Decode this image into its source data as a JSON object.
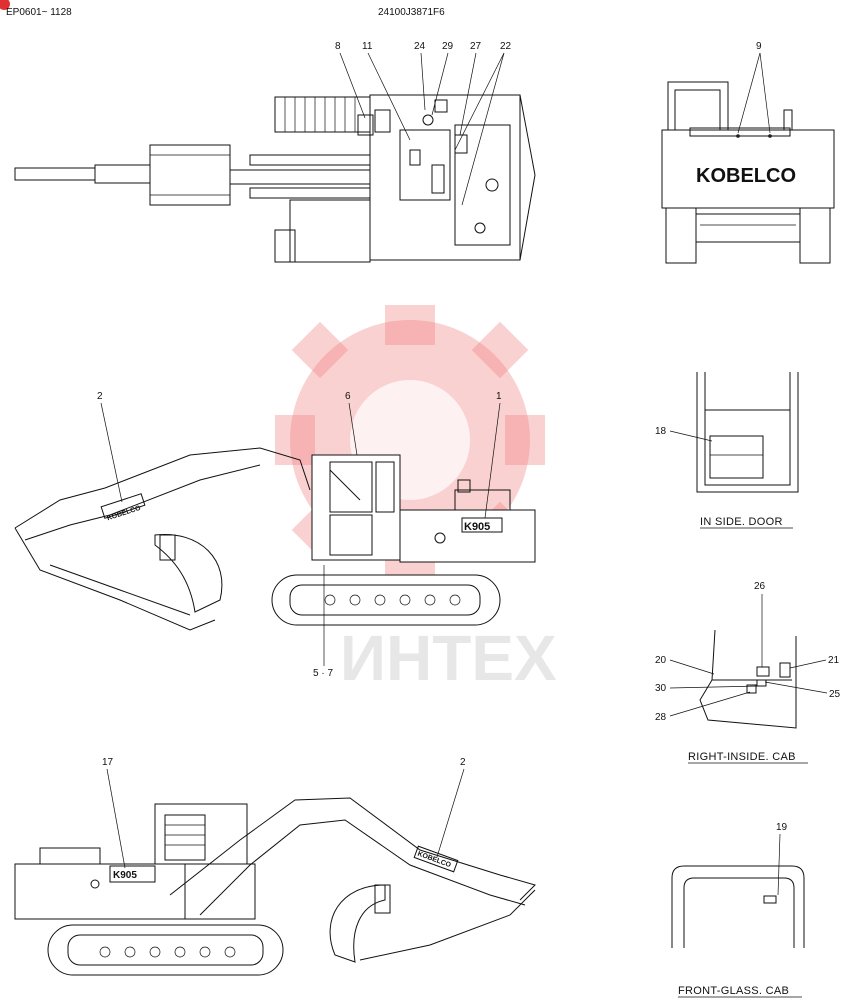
{
  "header": {
    "serial_range": "EP0601~ 1128",
    "part_number": "24100J3871F6"
  },
  "watermark": {
    "text": "ИНТЕХ",
    "color": "#f07a7a"
  },
  "brand": {
    "rear_logo": "KOBELCO",
    "boom_logo": "KOBELCO",
    "model_plate": "K905"
  },
  "top_view_callouts": [
    "8",
    "11",
    "24",
    "29",
    "27",
    "22"
  ],
  "rear_view_callouts": [
    "9"
  ],
  "side_view_right_callouts": [
    "2",
    "6",
    "1",
    "5 · 7"
  ],
  "side_view_left_callouts": [
    "17",
    "2"
  ],
  "inside_door": {
    "caption": "IN SIDE. DOOR",
    "callout": "18"
  },
  "right_inside_cab": {
    "caption": "RIGHT-INSIDE. CAB",
    "callouts": {
      "c26": "26",
      "c20": "20",
      "c21": "21",
      "c30": "30",
      "c25": "25",
      "c28": "28"
    }
  },
  "front_glass_cab": {
    "caption": "FRONT-GLASS. CAB",
    "callout": "19"
  }
}
